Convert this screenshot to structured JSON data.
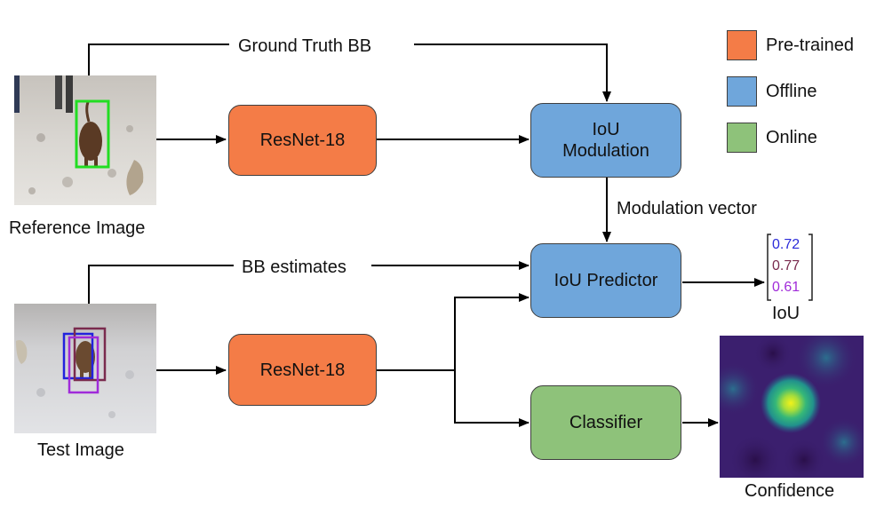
{
  "labels": {
    "ground_truth": "Ground Truth BB",
    "bb_estimates": "BB estimates",
    "modulation_vector": "Modulation vector",
    "reference_image": "Reference Image",
    "test_image": "Test Image",
    "iou": "IoU",
    "confidence": "Confidence"
  },
  "blocks": {
    "resnet_top": "ResNet-18",
    "resnet_bottom": "ResNet-18",
    "iou_modulation_line1": "IoU",
    "iou_modulation_line2": "Modulation",
    "iou_predictor": "IoU Predictor",
    "classifier": "Classifier"
  },
  "legend": [
    {
      "label": "Pre-trained",
      "color": "#f47c47"
    },
    {
      "label": "Offline",
      "color": "#6fa6db"
    },
    {
      "label": "Online",
      "color": "#8ec27a"
    }
  ],
  "iou_values": [
    {
      "value": "0.72",
      "color": "#2b2bd9"
    },
    {
      "value": "0.77",
      "color": "#7a2b4e"
    },
    {
      "value": "0.61",
      "color": "#a02bd9"
    }
  ],
  "colors": {
    "pretrained": "#f47c47",
    "offline": "#6fa6db",
    "online": "#8ec27a",
    "gt_box": "#22dd22",
    "heatmap_bg": "#3b1f6e",
    "heatmap_peak": "#f2f21a"
  }
}
